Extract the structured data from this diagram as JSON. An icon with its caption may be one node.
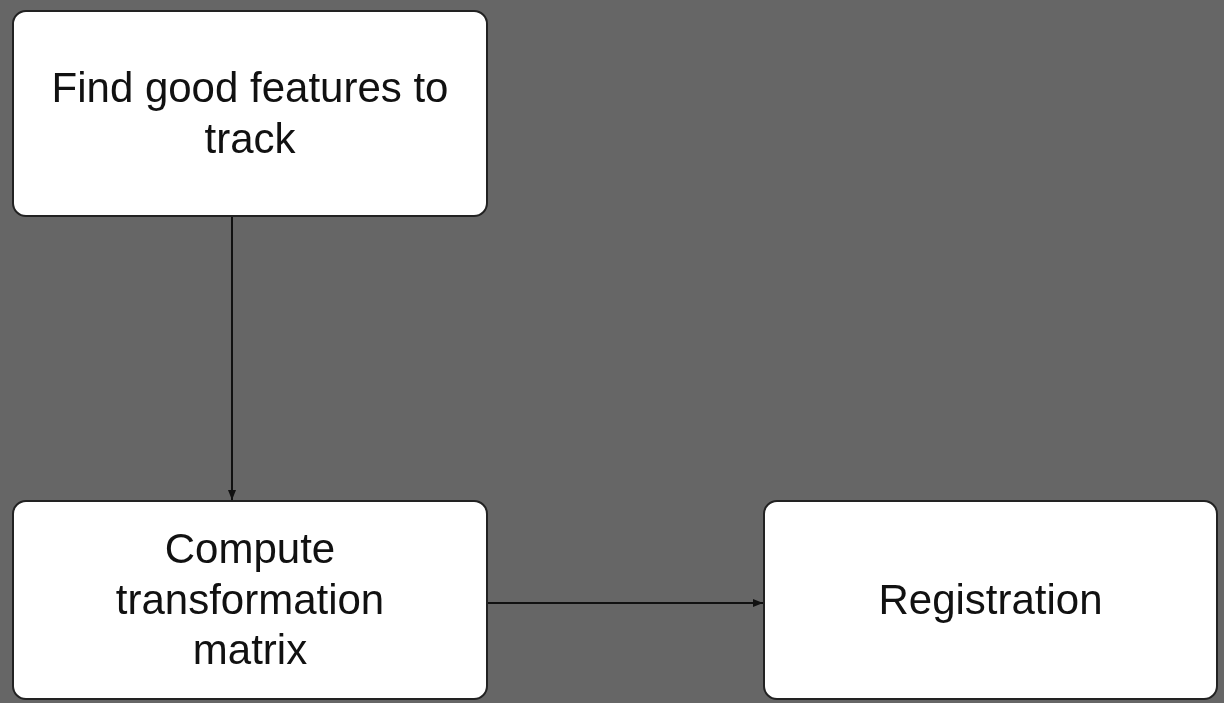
{
  "diagram": {
    "nodes": [
      {
        "text": [
          "Find good features to track"
        ]
      },
      {
        "text": [
          "Compute transformation matrix"
        ]
      },
      {
        "text": [
          "Registration"
        ]
      }
    ],
    "edges": [
      {
        "from": 0,
        "to": 1,
        "arrow": "to"
      },
      {
        "from": 1,
        "to": 2,
        "arrow": "to"
      }
    ]
  }
}
